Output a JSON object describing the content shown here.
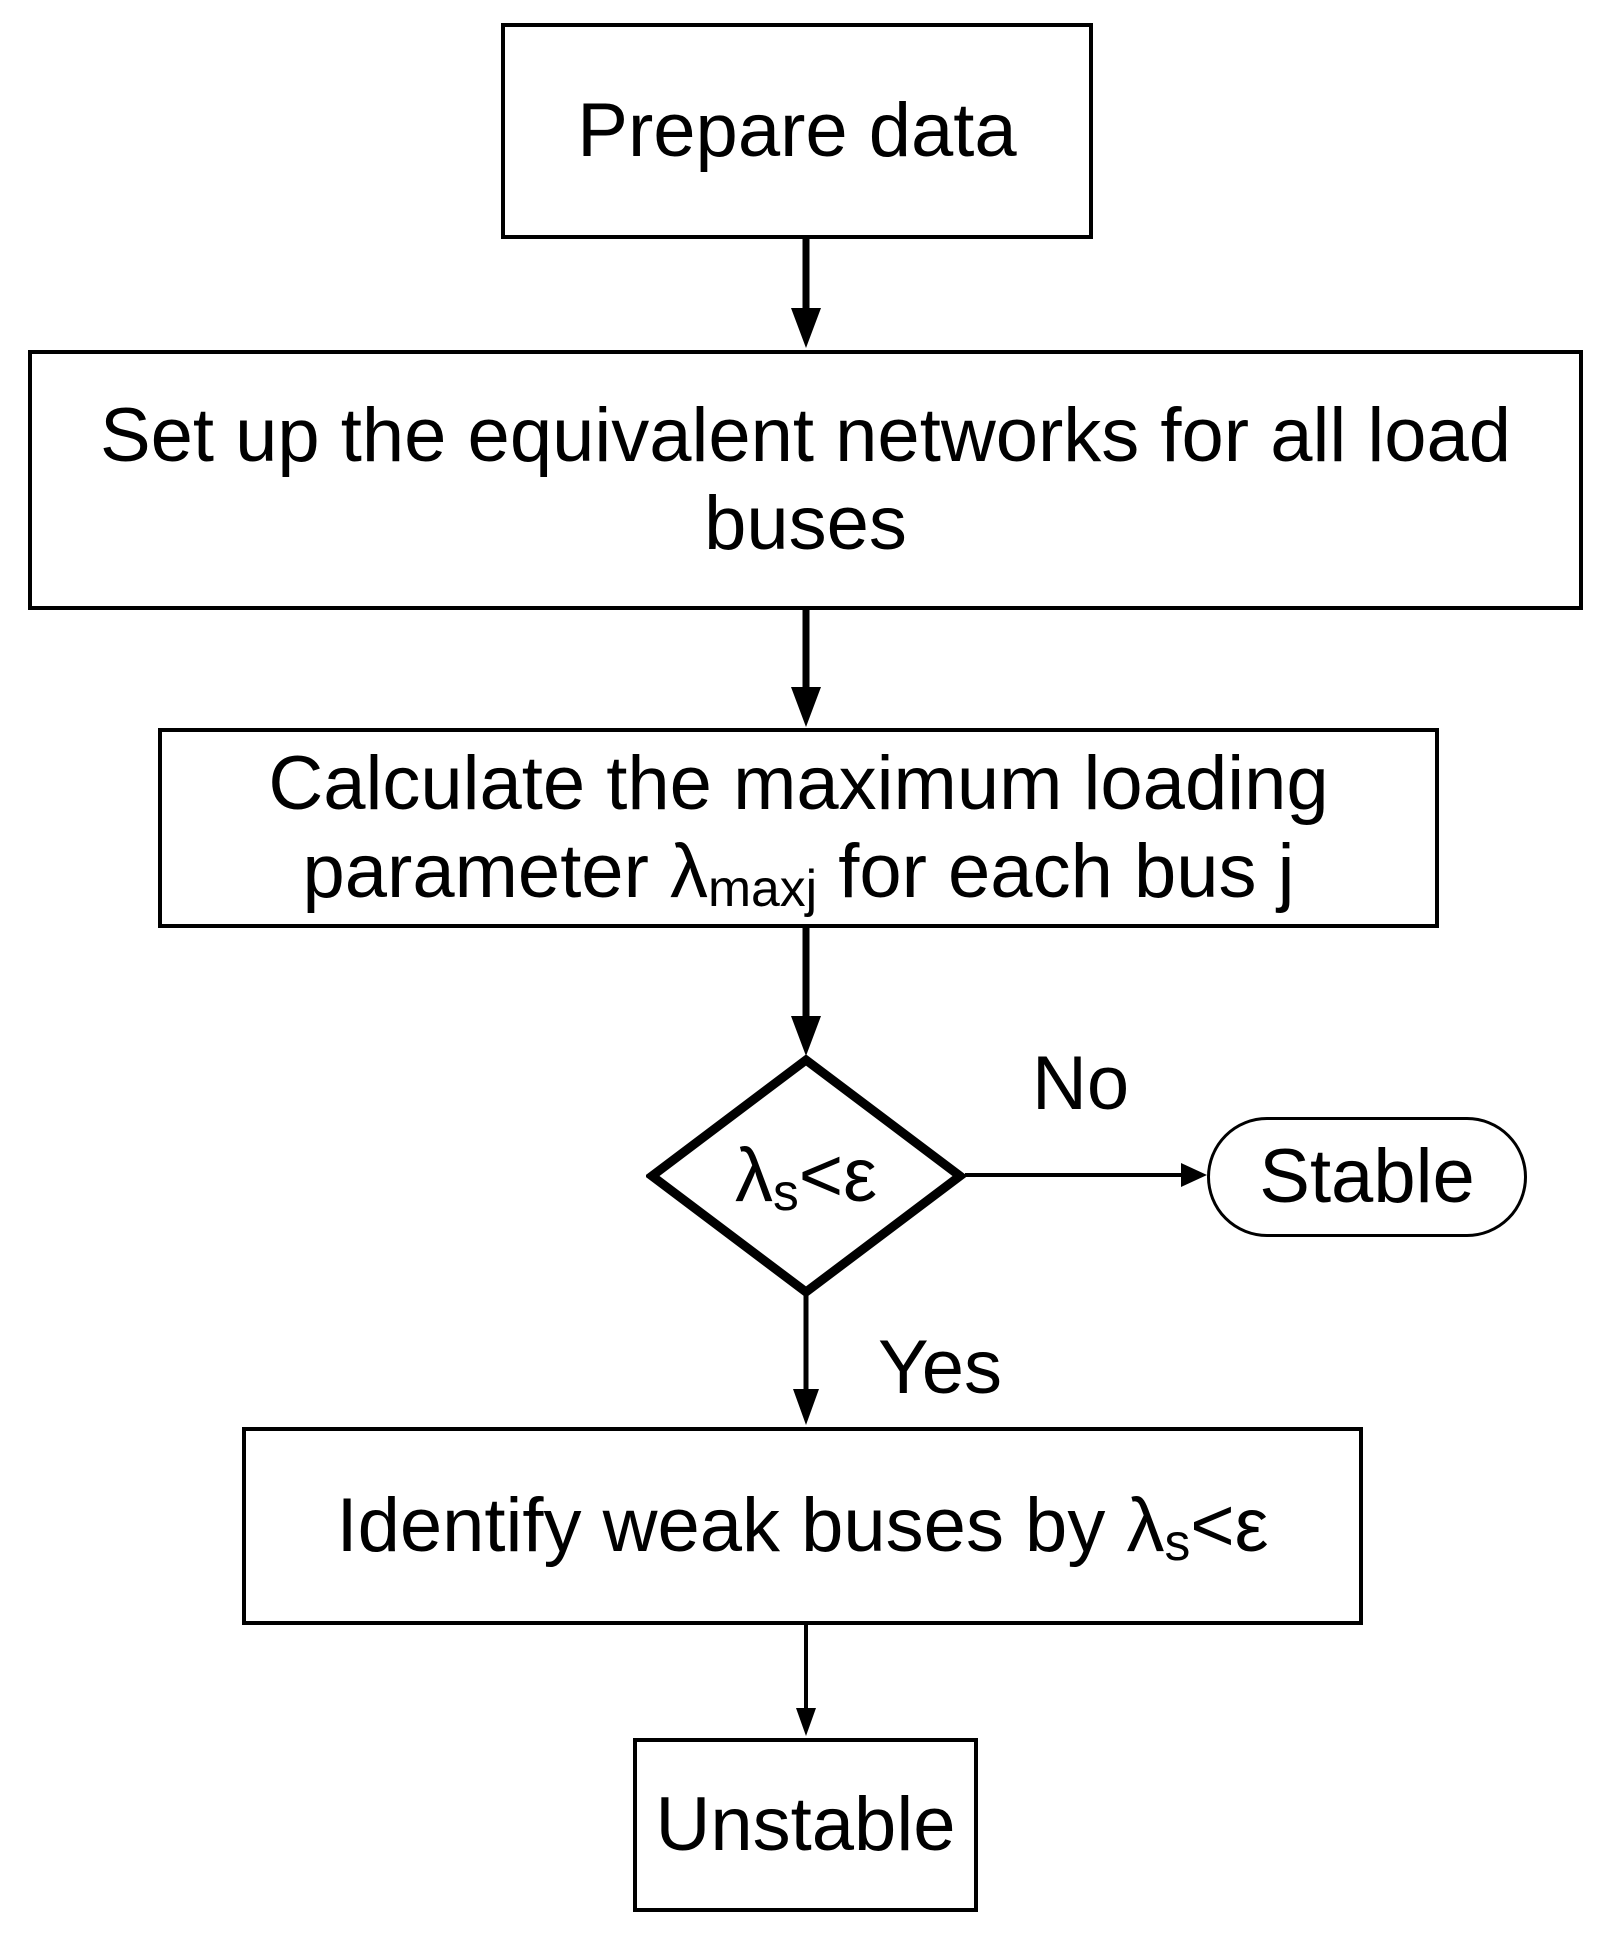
{
  "flowchart": {
    "background_color": "#ffffff",
    "stroke_color": "#000000",
    "fill_color": "#ffffff",
    "nodes": {
      "prepare": {
        "type": "process",
        "label": "Prepare data"
      },
      "setup": {
        "type": "process",
        "label": "Set up the equivalent networks for all load buses"
      },
      "calculate": {
        "type": "process",
        "line1": "Calculate the maximum loading",
        "line2_prefix": "parameter λ",
        "line2_subscript": "maxj",
        "line2_suffix": " for each bus j"
      },
      "decision": {
        "type": "decision",
        "prefix": "λ",
        "subscript": "s",
        "suffix": "<ε"
      },
      "stable": {
        "type": "terminator",
        "label": "Stable"
      },
      "identify": {
        "type": "process",
        "prefix": "Identify weak buses by λ",
        "subscript": "s",
        "suffix": "<ε"
      },
      "unstable": {
        "type": "process",
        "label": "Unstable"
      }
    },
    "edges": [
      {
        "from": "prepare",
        "to": "setup",
        "label": ""
      },
      {
        "from": "setup",
        "to": "calculate",
        "label": ""
      },
      {
        "from": "calculate",
        "to": "decision",
        "label": ""
      },
      {
        "from": "decision",
        "to": "stable",
        "label": "No"
      },
      {
        "from": "decision",
        "to": "identify",
        "label": "Yes"
      },
      {
        "from": "identify",
        "to": "unstable",
        "label": ""
      }
    ]
  }
}
